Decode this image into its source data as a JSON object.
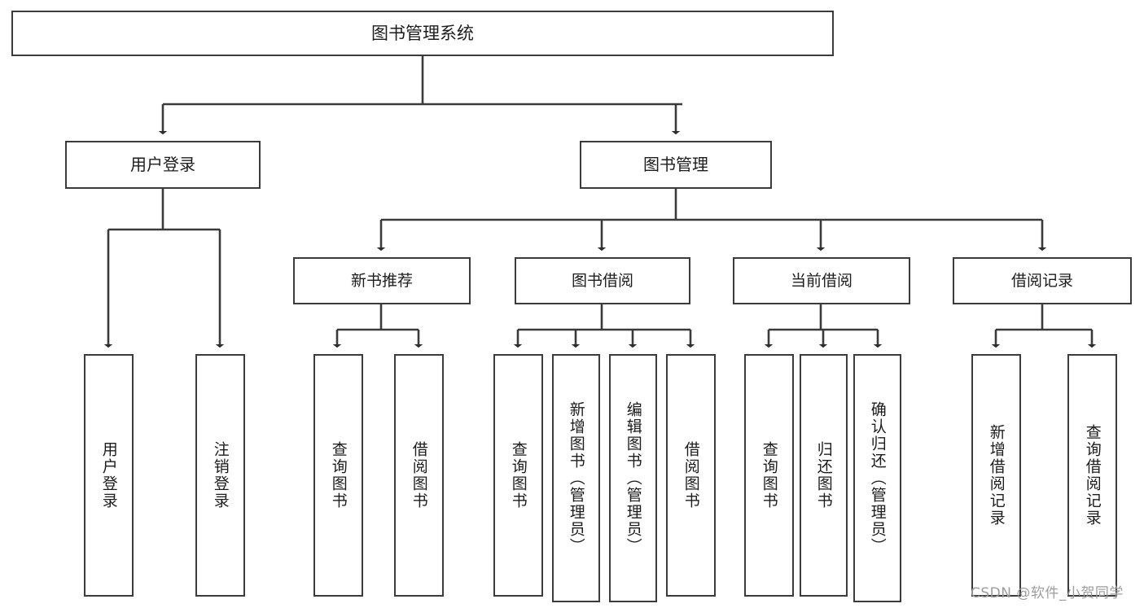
{
  "diagram": {
    "title": "图书管理系统",
    "type": "tree-hierarchy-chart",
    "watermark": "CSDN @软件_小贺同学",
    "colors": {
      "stroke": "#3b3b3b",
      "fill": "#ffffff",
      "text": "#1c1c1c",
      "watermark": "#9d9d9d"
    },
    "root": {
      "label": "图书管理系统"
    },
    "level2": [
      {
        "label": "用户登录"
      },
      {
        "label": "图书管理"
      }
    ],
    "level3": [
      {
        "label": "新书推荐"
      },
      {
        "label": "图书借阅"
      },
      {
        "label": "当前借阅"
      },
      {
        "label": "借阅记录"
      }
    ],
    "leaves": {
      "user_login": [
        {
          "label": "用户登录"
        },
        {
          "label": "注销登录"
        }
      ],
      "new_book_recommend": [
        {
          "label": "查询图书"
        },
        {
          "label": "借阅图书"
        }
      ],
      "book_borrow": [
        {
          "label": "查询图书"
        },
        {
          "label": "新增图书（管理员）"
        },
        {
          "label": "编辑图书（管理员）"
        },
        {
          "label": "借阅图书"
        }
      ],
      "current_borrow": [
        {
          "label": "查询图书"
        },
        {
          "label": "归还图书"
        },
        {
          "label": "确认归还（管理员）"
        }
      ],
      "borrow_record": [
        {
          "label": "新增借阅记录"
        },
        {
          "label": "查询借阅记录"
        }
      ]
    }
  }
}
